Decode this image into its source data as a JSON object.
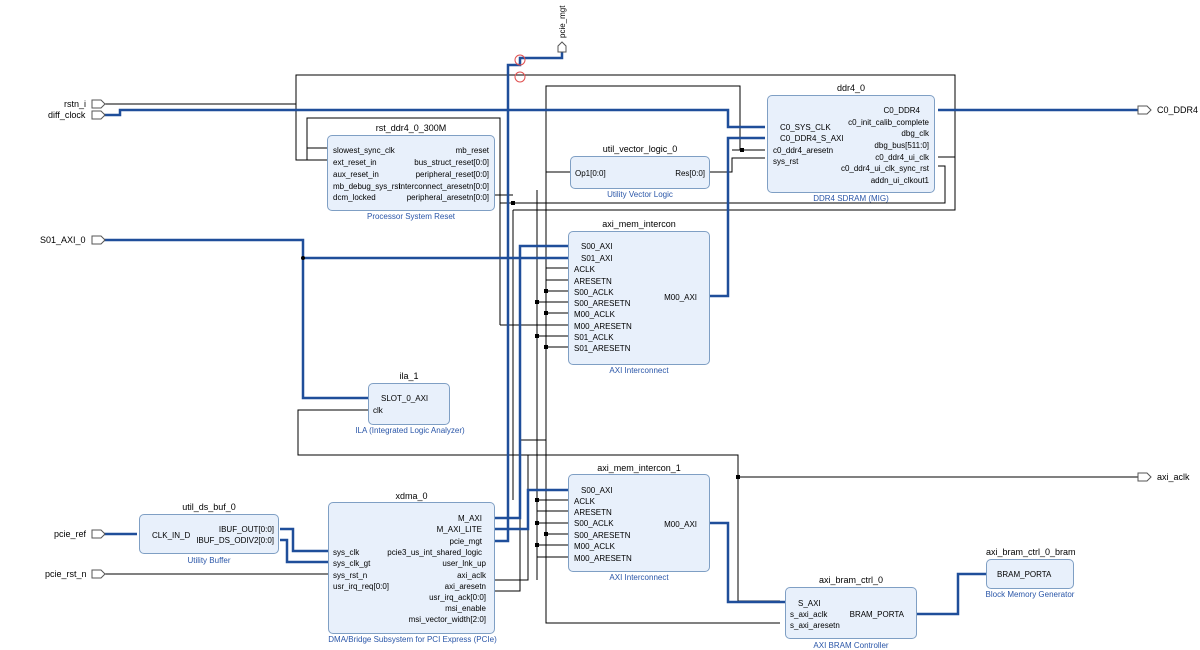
{
  "external_ports": {
    "rstn_i": "rstn_i",
    "diff_clock": "diff_clock",
    "s01_axi_0": "S01_AXI_0",
    "pcie_ref": "pcie_ref",
    "pcie_rst_n": "pcie_rst_n",
    "pcie_mgt": "pcie_mgt",
    "c0_ddr4": "C0_DDR4",
    "axi_aclk": "axi_aclk"
  },
  "blocks": {
    "rst": {
      "title": "rst_ddr4_0_300M",
      "subtitle": "Processor System Reset",
      "inputs": [
        "slowest_sync_clk",
        "ext_reset_in",
        "aux_reset_in",
        "mb_debug_sys_rst",
        "dcm_locked"
      ],
      "outputs": [
        "mb_reset",
        "bus_struct_reset[0:0]",
        "peripheral_reset[0:0]",
        "interconnect_aresetn[0:0]",
        "peripheral_aresetn[0:0]"
      ]
    },
    "uvl": {
      "title": "util_vector_logic_0",
      "subtitle": "Utility Vector Logic",
      "inputs": [
        "Op1[0:0]"
      ],
      "outputs": [
        "Res[0:0]"
      ]
    },
    "ddr4": {
      "title": "ddr4_0",
      "subtitle": "DDR4 SDRAM (MIG)",
      "inputs": [
        "C0_SYS_CLK",
        "C0_DDR4_S_AXI",
        "c0_ddr4_aresetn",
        "sys_rst"
      ],
      "outputs": [
        "C0_DDR4",
        "c0_init_calib_complete",
        "dbg_clk",
        "dbg_bus[511:0]",
        "c0_ddr4_ui_clk",
        "c0_ddr4_ui_clk_sync_rst",
        "addn_ui_clkout1"
      ]
    },
    "ic0": {
      "title": "axi_mem_intercon",
      "subtitle": "AXI Interconnect",
      "inputs": [
        "S00_AXI",
        "S01_AXI",
        "ACLK",
        "ARESETN",
        "S00_ACLK",
        "S00_ARESETN",
        "M00_ACLK",
        "M00_ARESETN",
        "S01_ACLK",
        "S01_ARESETN"
      ],
      "outputs": [
        "M00_AXI"
      ]
    },
    "ila": {
      "title": "ila_1",
      "subtitle": "ILA (Integrated Logic Analyzer)",
      "inputs": [
        "SLOT_0_AXI",
        "clk"
      ]
    },
    "ic1": {
      "title": "axi_mem_intercon_1",
      "subtitle": "AXI Interconnect",
      "inputs": [
        "S00_AXI",
        "ACLK",
        "ARESETN",
        "S00_ACLK",
        "S00_ARESETN",
        "M00_ACLK",
        "M00_ARESETN"
      ],
      "outputs": [
        "M00_AXI"
      ]
    },
    "uds": {
      "title": "util_ds_buf_0",
      "subtitle": "Utility Buffer",
      "inputs": [
        "CLK_IN_D"
      ],
      "outputs": [
        "IBUF_OUT[0:0]",
        "IBUF_DS_ODIV2[0:0]"
      ]
    },
    "xdma": {
      "title": "xdma_0",
      "subtitle": "DMA/Bridge Subsystem for PCI Express (PCIe)",
      "inputs": [
        "sys_clk",
        "sys_clk_gt",
        "sys_rst_n",
        "usr_irq_req[0:0]"
      ],
      "outputs": [
        "M_AXI",
        "M_AXI_LITE",
        "pcie_mgt",
        "pcie3_us_int_shared_logic",
        "user_lnk_up",
        "axi_aclk",
        "axi_aresetn",
        "usr_irq_ack[0:0]",
        "msi_enable",
        "msi_vector_width[2:0]"
      ]
    },
    "bramc": {
      "title": "axi_bram_ctrl_0",
      "subtitle": "AXI BRAM Controller",
      "inputs": [
        "S_AXI",
        "s_axi_aclk",
        "s_axi_aresetn"
      ],
      "outputs": [
        "BRAM_PORTA"
      ]
    },
    "bram": {
      "title": "axi_bram_ctrl_0_bram",
      "subtitle": "Block Memory Generator",
      "inputs": [
        "BRAM_PORTA"
      ]
    }
  },
  "colors": {
    "block_fill": "#e8f0fb",
    "block_border": "#7f9fc4",
    "bus_wire": "#1f4e9a",
    "signal_wire": "#000000",
    "subtitle": "#2a56a8",
    "highlight": "#e05050"
  }
}
